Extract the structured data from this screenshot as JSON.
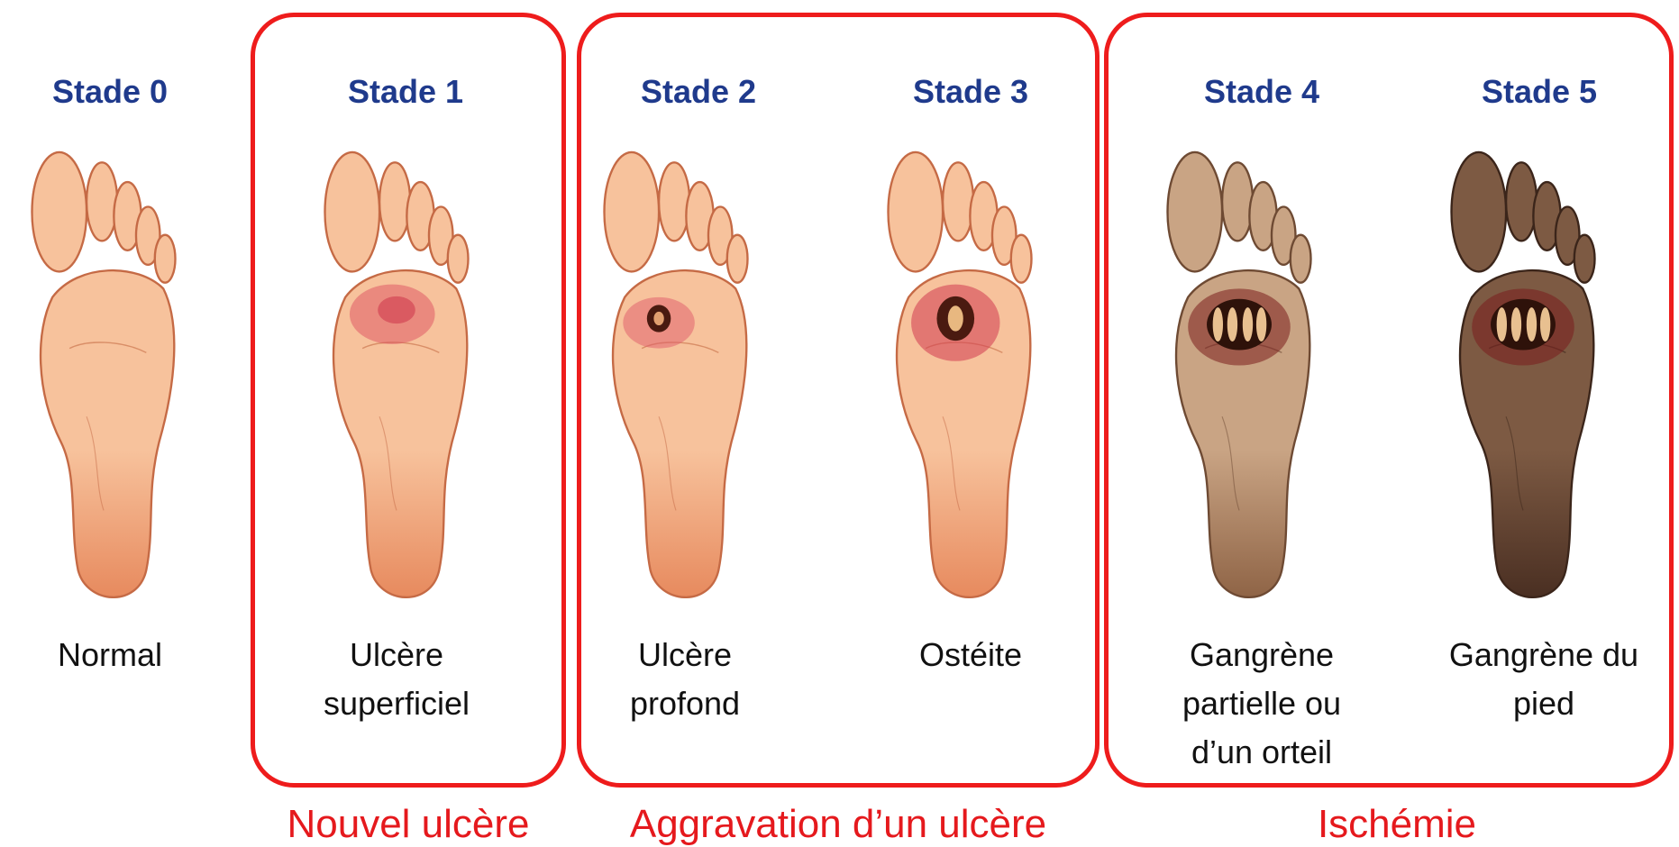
{
  "stages": [
    {
      "title": "Stade 0",
      "description": "Normal",
      "colors": {
        "skin": "#f7c29c",
        "skin_dark": "#e78a5e",
        "outline": "#c56a45",
        "wound": "none"
      }
    },
    {
      "title": "Stade 1",
      "description": "Ulcère superficiel",
      "colors": {
        "skin": "#f7c29c",
        "skin_dark": "#e78a5e",
        "outline": "#c56a45",
        "wound": "redness"
      }
    },
    {
      "title": "Stade 2",
      "description": "Ulcère profond",
      "colors": {
        "skin": "#f7c29c",
        "skin_dark": "#e78a5e",
        "outline": "#c56a45",
        "wound": "small-ulcer"
      }
    },
    {
      "title": "Stade 3",
      "description": "Ostéite",
      "colors": {
        "skin": "#f7c29c",
        "skin_dark": "#e78a5e",
        "outline": "#c56a45",
        "wound": "deep-ulcer"
      }
    },
    {
      "title": "Stade 4",
      "description": "Gangrène partielle ou d’un orteil",
      "colors": {
        "skin": "#c9a484",
        "skin_dark": "#8f6446",
        "outline": "#6e4a33",
        "wound": "gangrene"
      }
    },
    {
      "title": "Stade 5",
      "description": "Gangrène du pied",
      "colors": {
        "skin": "#7d5a43",
        "skin_dark": "#4a2f22",
        "outline": "#3b251a",
        "wound": "gangrene"
      }
    }
  ],
  "groups": [
    {
      "label": "Nouvel ulcère",
      "color": "#e5191d"
    },
    {
      "label": "Aggravation d’un ulcère",
      "color": "#e5191d"
    },
    {
      "label": "Ischémie",
      "color": "#e5191d"
    }
  ],
  "colors": {
    "title_blue": "#1f3a8c",
    "group_red": "#e5191d",
    "box_red": "#ee1c1c"
  }
}
